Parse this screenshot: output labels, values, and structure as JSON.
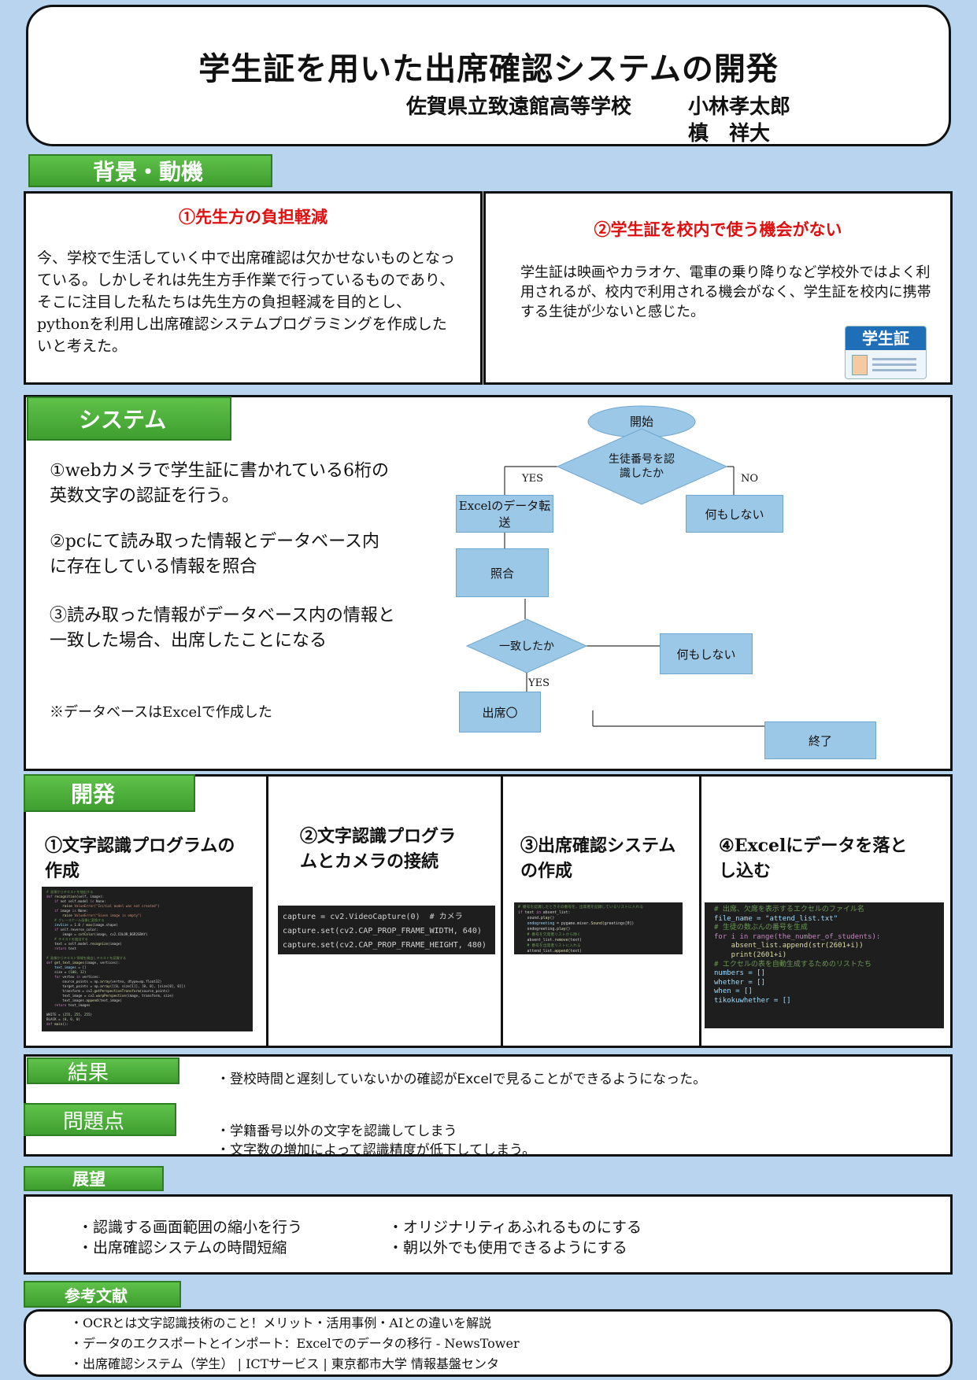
{
  "header": {
    "title": "学生証を用いた出席確認システムの開発",
    "school": "佐賀県立致遠館高等学校",
    "author1": "小林孝太郎",
    "author2": "槙　祥大"
  },
  "background": {
    "tab": "背景・動機",
    "left_heading": "①先生方の負担軽減",
    "left_text": "今、学校で生活していく中で出席確認は欠かせないものとなっている。しかしそれは先生方手作業で行っているものであり、そこに注目した私たちは先生方の負担軽減を目的とし、pythonを利用し出席確認システムプログラミングを作成したいと考えた。",
    "right_heading": "②学生証を校内で使う機会がない",
    "right_text": "学生証は映画やカラオケ、電車の乗り降りなど学校外ではよく利用されるが、校内で利用される機会がなく、学生証を校内に携帯する生徒が少ないと感じた。",
    "card_label": "学生証"
  },
  "system": {
    "tab": "システム",
    "p1": "①webカメラで学生証に書かれている6桁の英数文字の認証を行う。",
    "p2": "②pcにて読み取った情報とデータベース内に存在している情報を照合",
    "p3": "③読み取った情報がデータベース内の情報と一致した場合、出席したことになる",
    "note": "※データベースはExcelで作成した"
  },
  "flowchart": {
    "start": "開始",
    "decision1": "生徒番号を認識したか",
    "yes1": "YES",
    "no1": "NO",
    "transfer": "Excelのデータ転送",
    "nothing1": "何もしない",
    "check": "照合",
    "decision2": "一致したか",
    "yes2": "YES",
    "nothing2": "何もしない",
    "attend": "出席〇",
    "end": "終了"
  },
  "development": {
    "tab": "開発",
    "col1": "①文字認識プログラムの作成",
    "col2": "②文字認識プログラムとカメラの接続",
    "col3": "③出席確認システムの作成",
    "col4": "④Excelにデータを落とし込む",
    "code2": [
      "capture = cv2.VideoCapture(0)  # カメラ",
      "capture.set(cv2.CAP_PROP_FRAME_WIDTH, 640)",
      "capture.set(cv2.CAP_PROP_FRAME_HEIGHT, 480)"
    ],
    "code4": [
      "# 出席、欠席を表示するエクセルのファイル名",
      "file_name = \"attend_list.txt\"",
      "",
      "# 生徒の数ぶんの番号を生成",
      "for i in range(the_number_of_students):",
      "    absent_list.append(str(2601+i))",
      "    print(2601+i)",
      "",
      "# エクセルの表を自動生成するためのリストたち",
      "numbers = []",
      "whether = []",
      "when = []",
      "tikokuwhether = []"
    ]
  },
  "result": {
    "tab": "結果",
    "text": "・登校時間と遅刻していないかの確認がExcelで見ることができるようになった。"
  },
  "problems": {
    "tab": "問題点",
    "items": [
      "・学籍番号以外の文字を認識してしまう",
      "・文字数の増加によって認識精度が低下してしまう。"
    ]
  },
  "outlook": {
    "tab": "展望",
    "left": [
      "・認識する画面範囲の縮小を行う",
      "・出席確認システムの時間短縮"
    ],
    "right": [
      "・オリジナリティあふれるものにする",
      "・朝以外でも使用できるようにする"
    ]
  },
  "references": {
    "tab": "参考文献",
    "items": [
      "・OCRとは文字認識技術のこと！メリット・活用事例・AIとの違いを解説",
      "・データのエクスポートとインポート：Excelでのデータの移行 - NewsTower",
      "・出席確認システム（学生） | ICTサービス | 東京都市大学 情報基盤センタ"
    ]
  },
  "colors": {
    "page_bg": "#b8d4ee",
    "tab_green": "#4aae38",
    "heading_red": "#e01010",
    "flow_blue": "#9cc8e8"
  }
}
